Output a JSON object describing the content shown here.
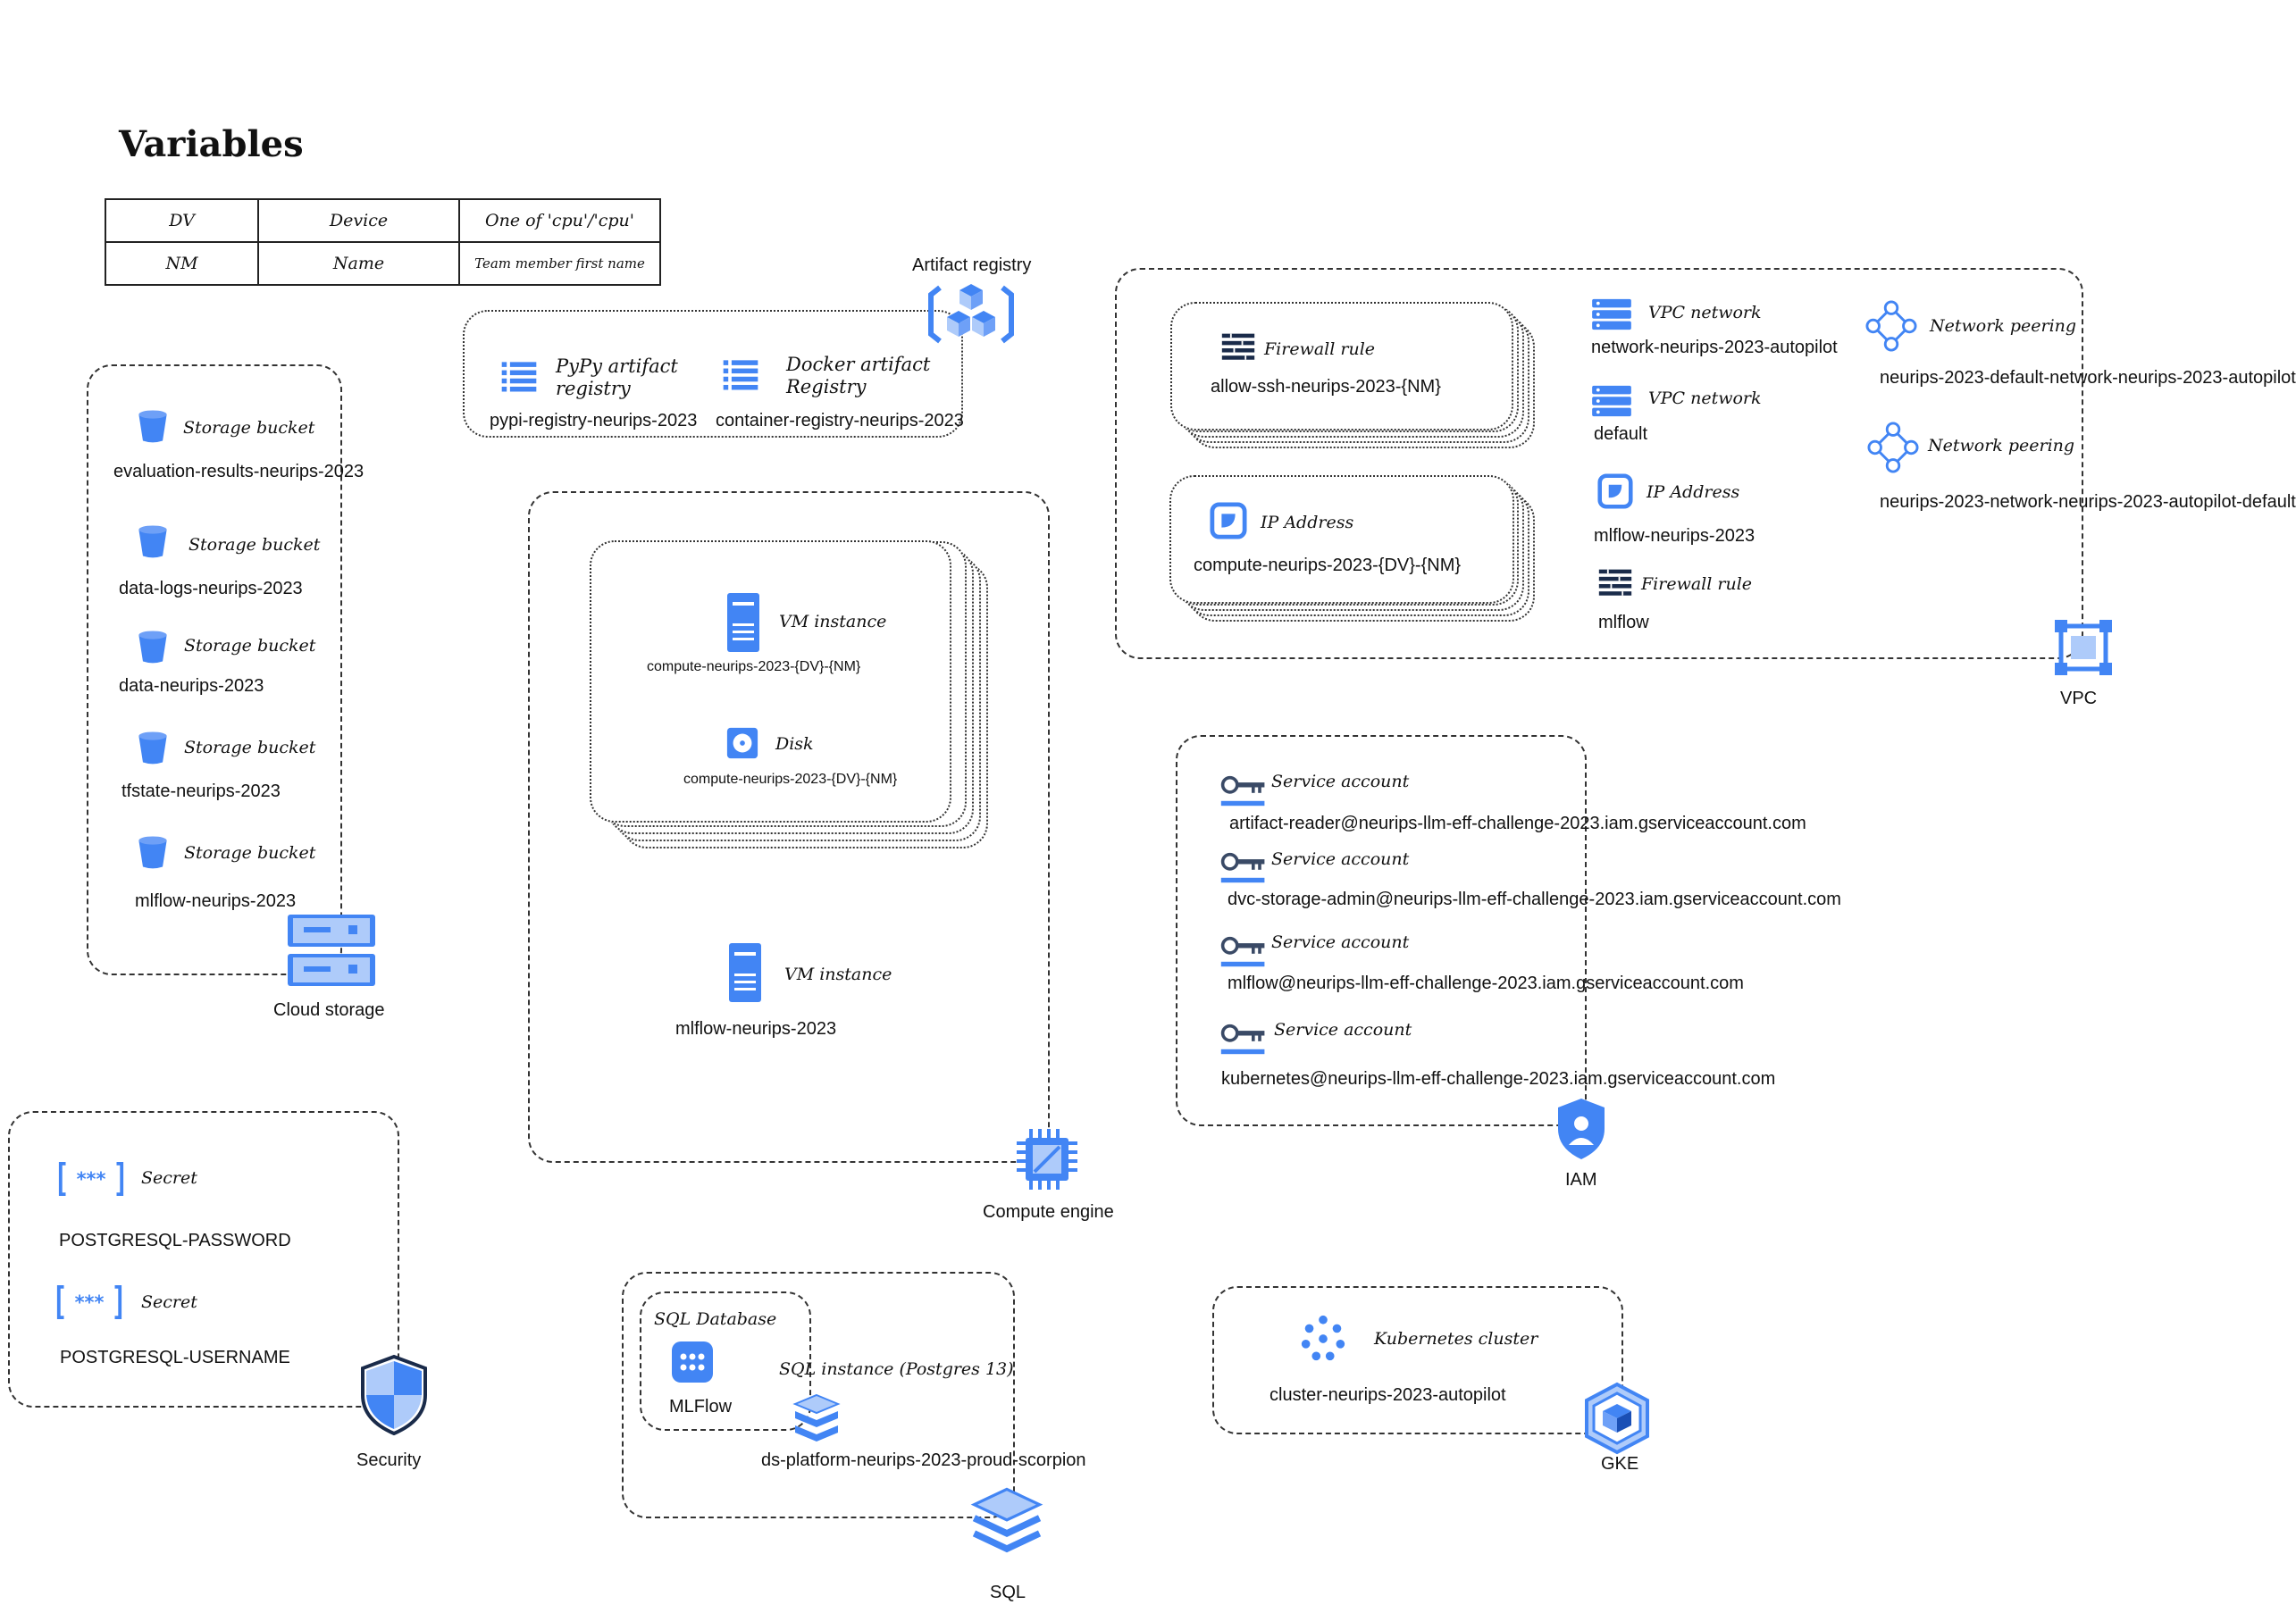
{
  "variables": {
    "title": "Variables",
    "rows": [
      {
        "key": "DV",
        "meaning": "Device",
        "desc": "One of 'cpu'/'cpu'"
      },
      {
        "key": "NM",
        "meaning": "Name",
        "desc": "Team member first name"
      }
    ]
  },
  "cloud_storage": {
    "label": "Cloud storage",
    "items": [
      {
        "type": "Storage bucket",
        "name": "evaluation-results-neurips-2023"
      },
      {
        "type": "Storage bucket",
        "name": "data-logs-neurips-2023"
      },
      {
        "type": "Storage bucket",
        "name": "data-neurips-2023"
      },
      {
        "type": "Storage bucket",
        "name": "tfstate-neurips-2023"
      },
      {
        "type": "Storage bucket",
        "name": "mlflow-neurips-2023"
      }
    ]
  },
  "artifact_registry": {
    "label": "Artifact registry",
    "items": [
      {
        "type_line1": "PyPy artifact",
        "type_line2": "registry",
        "name": "pypi-registry-neurips-2023"
      },
      {
        "type_line1": "Docker artifact",
        "type_line2": "Registry",
        "name": "container-registry-neurips-2023"
      }
    ]
  },
  "compute_engine": {
    "label": "Compute engine",
    "stacked": {
      "vm_type": "VM instance",
      "vm_name": "compute-neurips-2023-{DV}-{NM}",
      "disk_type": "Disk",
      "disk_name": "compute-neurips-2023-{DV}-{NM}"
    },
    "mlflow_vm": {
      "type": "VM instance",
      "name": "mlflow-neurips-2023"
    }
  },
  "vpc": {
    "label": "VPC",
    "firewall_stack": {
      "type": "Firewall rule",
      "name": "allow-ssh-neurips-2023-{NM}"
    },
    "ip_stack": {
      "type": "IP Address",
      "name": "compute-neurips-2023-{DV}-{NM}"
    },
    "network1": {
      "type": "VPC network",
      "name": "network-neurips-2023-autopilot"
    },
    "network2": {
      "type": "VPC network",
      "name": "default"
    },
    "ip_single": {
      "type": "IP Address",
      "name": "mlflow-neurips-2023"
    },
    "firewall_single": {
      "type": "Firewall rule",
      "name": "mlflow"
    },
    "peering1": {
      "type": "Network peering",
      "name": "neurips-2023-default-network-neurips-2023-autopilot"
    },
    "peering2": {
      "type": "Network peering",
      "name": "neurips-2023-network-neurips-2023-autopilot-default"
    }
  },
  "iam": {
    "label": "IAM",
    "accounts": [
      {
        "type": "Service account",
        "name": "artifact-reader@neurips-llm-eff-challenge-2023.iam.gserviceaccount.com"
      },
      {
        "type": "Service account",
        "name": "dvc-storage-admin@neurips-llm-eff-challenge-2023.iam.gserviceaccount.com"
      },
      {
        "type": "Service account",
        "name": "mlflow@neurips-llm-eff-challenge-2023.iam.gserviceaccount.com"
      },
      {
        "type": "Service account",
        "name": "kubernetes@neurips-llm-eff-challenge-2023.iam.gserviceaccount.com"
      }
    ]
  },
  "security": {
    "label": "Security",
    "secrets": [
      {
        "type": "Secret",
        "name": "POSTGRESQL-PASSWORD"
      },
      {
        "type": "Secret",
        "name": "POSTGRESQL-USERNAME"
      }
    ]
  },
  "sql": {
    "label": "SQL",
    "database": {
      "type": "SQL Database",
      "name": "MLFlow"
    },
    "instance": {
      "type": "SQL instance (Postgres 13)",
      "name": "ds-platform-neurips-2023-proud-scorpion"
    }
  },
  "gke": {
    "label": "GKE",
    "cluster": {
      "type": "Kubernetes cluster",
      "name": "cluster-neurips-2023-autopilot"
    }
  },
  "colors": {
    "icon_blue": "#4285f4",
    "icon_light": "#aecbfa",
    "line": "#333333"
  }
}
